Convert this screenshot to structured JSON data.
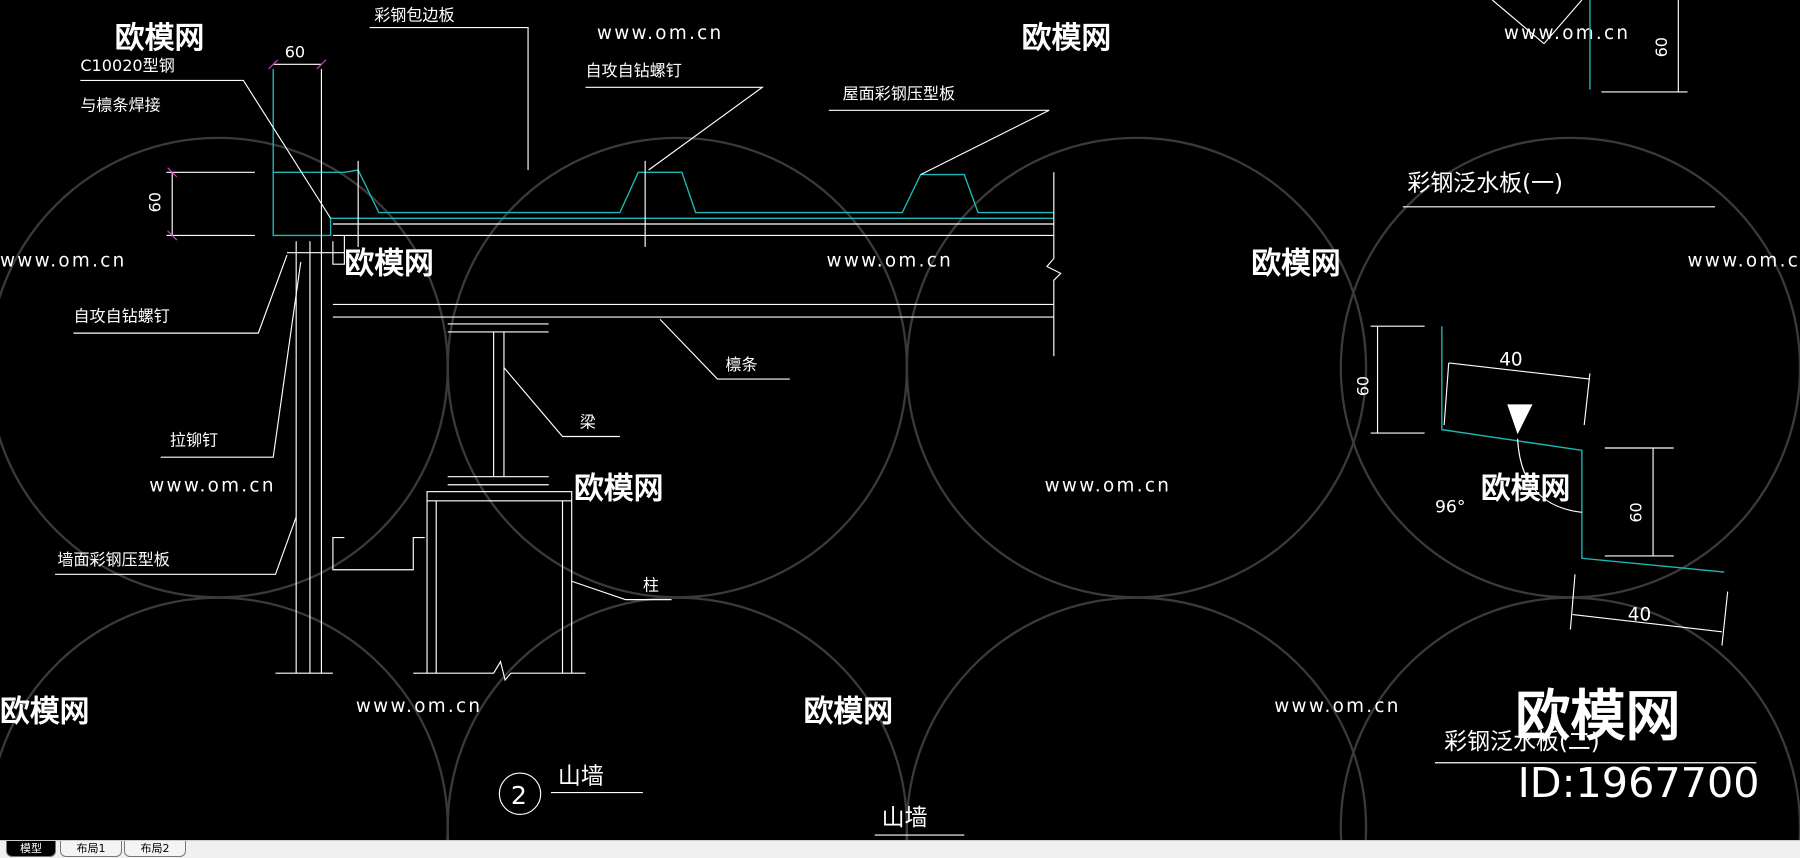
{
  "colors": {
    "background": "#000000",
    "steel_line": "#1fb6b6",
    "dimension_tick": "#d040d0",
    "line": "#ffffff"
  },
  "watermark": {
    "brand": "欧模网",
    "url": "www.om.cn",
    "id": "ID:1967700"
  },
  "drawing": {
    "labels": {
      "c_steel": "C10020型钢",
      "weld": "与檩条焊接",
      "edge_panel": "彩钢包边板",
      "screw_top": "自攻自钻螺钉",
      "roof_panel": "屋面彩钢压型板",
      "screw_left": "自攻自钻螺钉",
      "purlin": "檩条",
      "beam": "梁",
      "rivet": "拉铆钉",
      "wall_panel": "墙面彩钢压型板",
      "column": "柱",
      "detail_no": "2",
      "detail_title": "山墙",
      "bottom_title": "山墙",
      "flashing1_title": "彩钢泛水板(一)",
      "flashing2_title": "彩钢泛水板(二)"
    },
    "dims": {
      "top_60": "60",
      "left_60": "60",
      "f1_60": "60",
      "f2_60_left": "60",
      "f2_40_top": "40",
      "f2_60_right": "60",
      "f2_40_bottom": "40",
      "angle": "96°"
    }
  },
  "tabs": [
    {
      "label": "模型",
      "active": true
    },
    {
      "label": "布局1",
      "active": false
    },
    {
      "label": "布局2",
      "active": false
    }
  ]
}
